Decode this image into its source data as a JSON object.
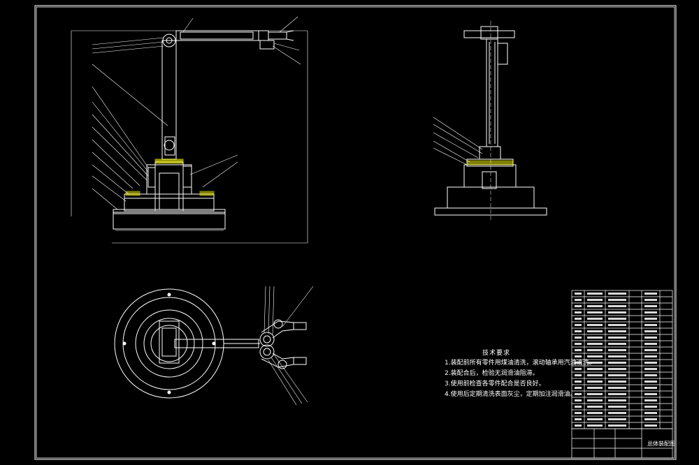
{
  "drawing": {
    "tech_requirements": {
      "title": "技术要求",
      "items": [
        "1.装配前所有零件用煤油清洗，滚动轴承用汽油清洗。",
        "2.装配合后，检验无润滑油阻滞。",
        "3.使用前检查各零件配合是否良好。",
        "4.使用后定期清洗表面灰尘，定期加注润滑油。"
      ]
    },
    "title_block": {
      "drawing_name": "总体装配图"
    },
    "colors": {
      "background": "#000000",
      "line": "#ffffff",
      "accent": "#ffff00",
      "green": "#00ff00"
    }
  }
}
